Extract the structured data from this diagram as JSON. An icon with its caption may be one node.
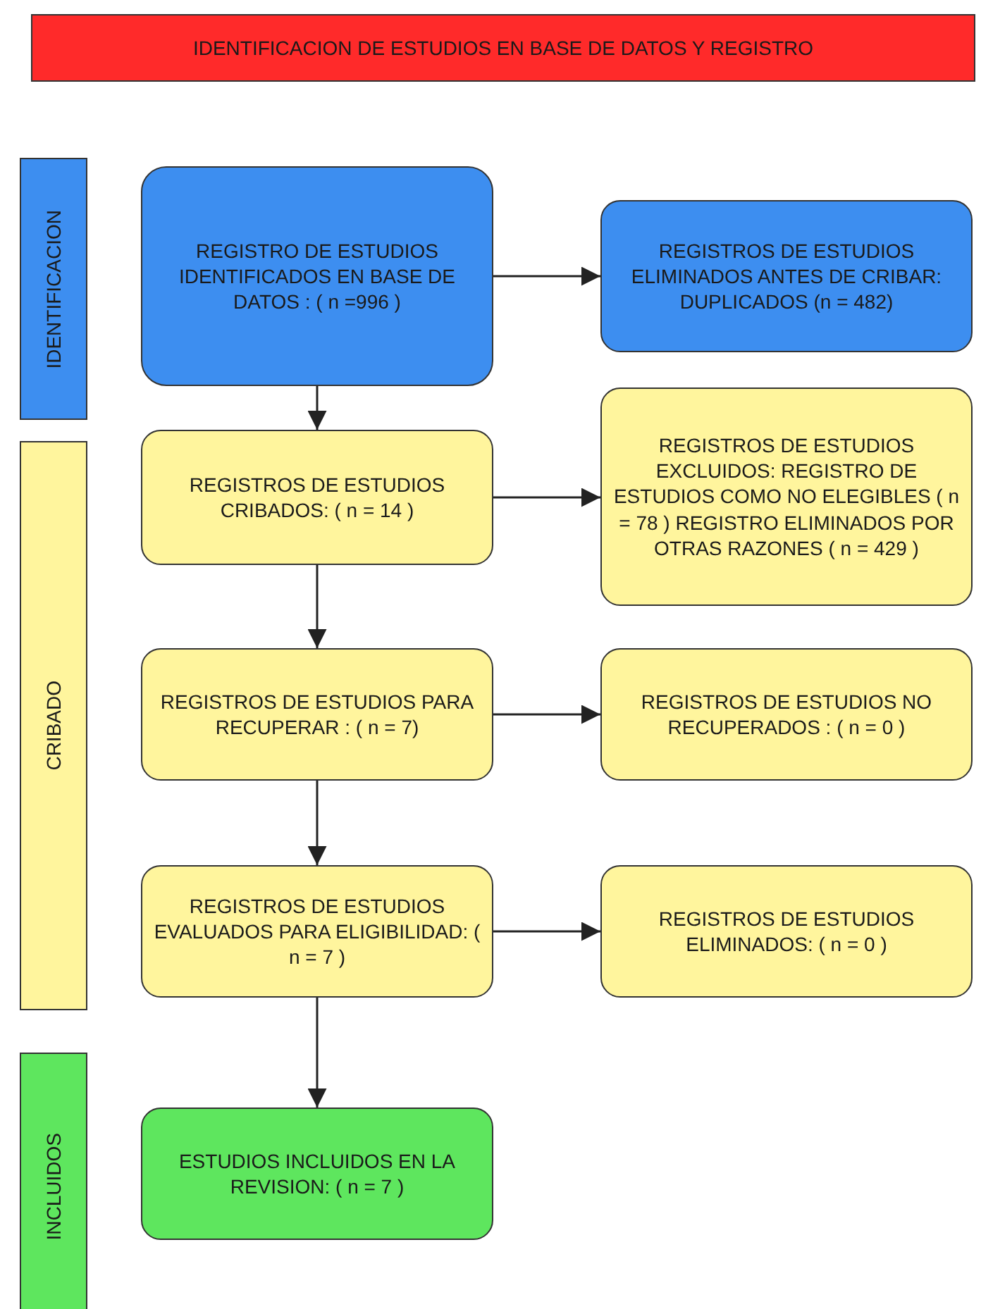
{
  "diagram": {
    "nodes": [
      {
        "text": [
          "IDENTIFICACION DE ESTUDIOS EN BASE DE DATOS Y REGISTRO"
        ]
      },
      {
        "text": [
          "IDENTIFICACION"
        ]
      },
      {
        "text": [
          "CRIBADO"
        ]
      },
      {
        "text": [
          "INCLUIDOS"
        ]
      },
      {
        "text": [
          "REGISTRO DE ESTUDIOS IDENTIFICADOS EN BASE DE DATOS : ( n =996 )"
        ]
      },
      {
        "text": [
          "REGISTROS DE ESTUDIOS ELIMINADOS ANTES DE CRIBAR: DUPLICADOS (n = 482)"
        ]
      },
      {
        "text": [
          "REGISTROS DE ESTUDIOS CRIBADOS: ( n = 14 )"
        ]
      },
      {
        "text": [
          "REGISTROS DE ESTUDIOS EXCLUIDOS: REGISTRO DE ESTUDIOS COMO NO ELEGIBLES ( n = 78 ) REGISTRO ELIMINADOS POR OTRAS RAZONES ( n = 429 )"
        ]
      },
      {
        "text": [
          "REGISTROS DE ESTUDIOS PARA RECUPERAR : ( n = 7)"
        ]
      },
      {
        "text": [
          "REGISTROS DE ESTUDIOS NO RECUPERADOS : ( n = 0 )"
        ]
      },
      {
        "text": [
          "REGISTROS DE ESTUDIOS EVALUADOS PARA ELIGIBILIDAD: ( n = 7 )"
        ]
      },
      {
        "text": [
          "REGISTROS DE ESTUDIOS ELIMINADOS: ( n = 0 )"
        ]
      },
      {
        "text": [
          "ESTUDIOS INCLUIDOS EN LA REVISION: ( n = 7 )"
        ]
      }
    ],
    "edges": [
      {
        "from": 4,
        "to": 5,
        "arrow": "to"
      },
      {
        "from": 4,
        "to": 6,
        "arrow": "to"
      },
      {
        "from": 6,
        "to": 7,
        "arrow": "to"
      },
      {
        "from": 6,
        "to": 8,
        "arrow": "to"
      },
      {
        "from": 8,
        "to": 9,
        "arrow": "to"
      },
      {
        "from": 8,
        "to": 10,
        "arrow": "to"
      },
      {
        "from": 10,
        "to": 11,
        "arrow": "to"
      },
      {
        "from": 10,
        "to": 12,
        "arrow": "to"
      }
    ]
  }
}
